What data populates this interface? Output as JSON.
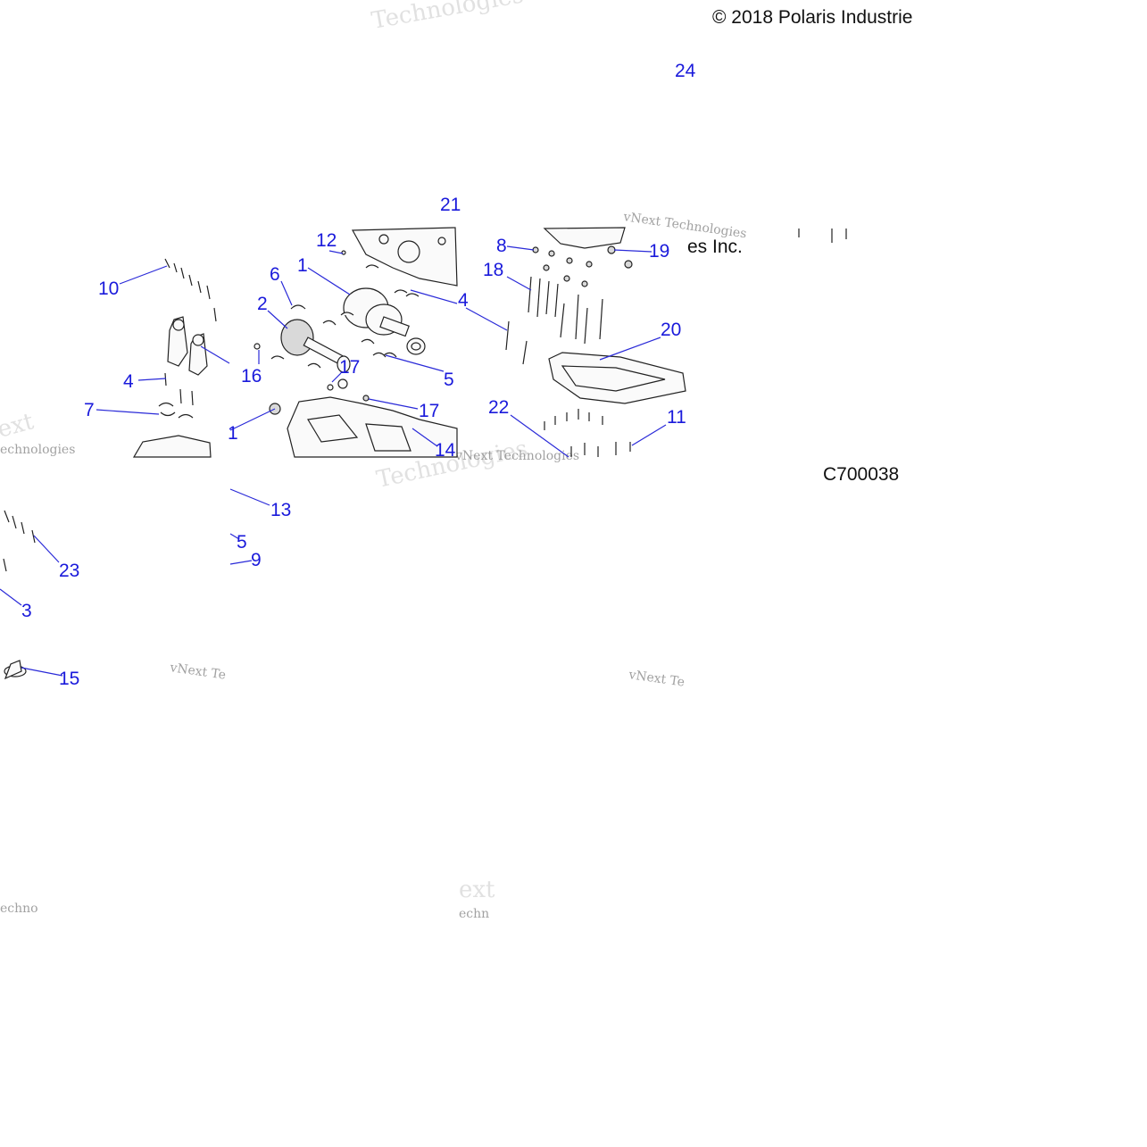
{
  "diagram": {
    "copyright": "© 2018 Polaris Industrie",
    "copyright_tail": "es Inc.",
    "drawing_id": "C700038",
    "callouts": [
      "24",
      "21",
      "12",
      "8",
      "19",
      "1",
      "6",
      "18",
      "10",
      "2",
      "4",
      "20",
      "16",
      "17",
      "5",
      "4",
      "7",
      "17",
      "22",
      "11",
      "1",
      "14",
      "13",
      "5",
      "23",
      "9",
      "3",
      "15"
    ],
    "watermarks": [
      "Technologies",
      "vNext Technologies",
      "vNext Te",
      "ext",
      "echnologies",
      "Technologies",
      "vNext Te",
      "echno",
      "ext",
      "echn",
      "vNext Technologies"
    ]
  }
}
